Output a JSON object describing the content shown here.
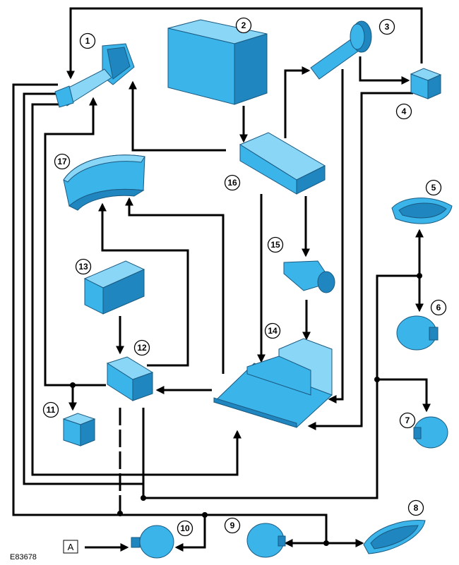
{
  "diagram": {
    "figure_code": "E83678",
    "key_label": "A",
    "accent_color": "#3bb4ea",
    "accent_dark": "#1f86c0",
    "accent_light": "#8ad6f7",
    "components": [
      {
        "callout": "1"
      },
      {
        "callout": "2"
      },
      {
        "callout": "3"
      },
      {
        "callout": "4"
      },
      {
        "callout": "5"
      },
      {
        "callout": "6"
      },
      {
        "callout": "7"
      },
      {
        "callout": "8"
      },
      {
        "callout": "9"
      },
      {
        "callout": "10"
      },
      {
        "callout": "11"
      },
      {
        "callout": "12"
      },
      {
        "callout": "13"
      },
      {
        "callout": "14"
      },
      {
        "callout": "15"
      },
      {
        "callout": "16"
      },
      {
        "callout": "17"
      }
    ]
  }
}
